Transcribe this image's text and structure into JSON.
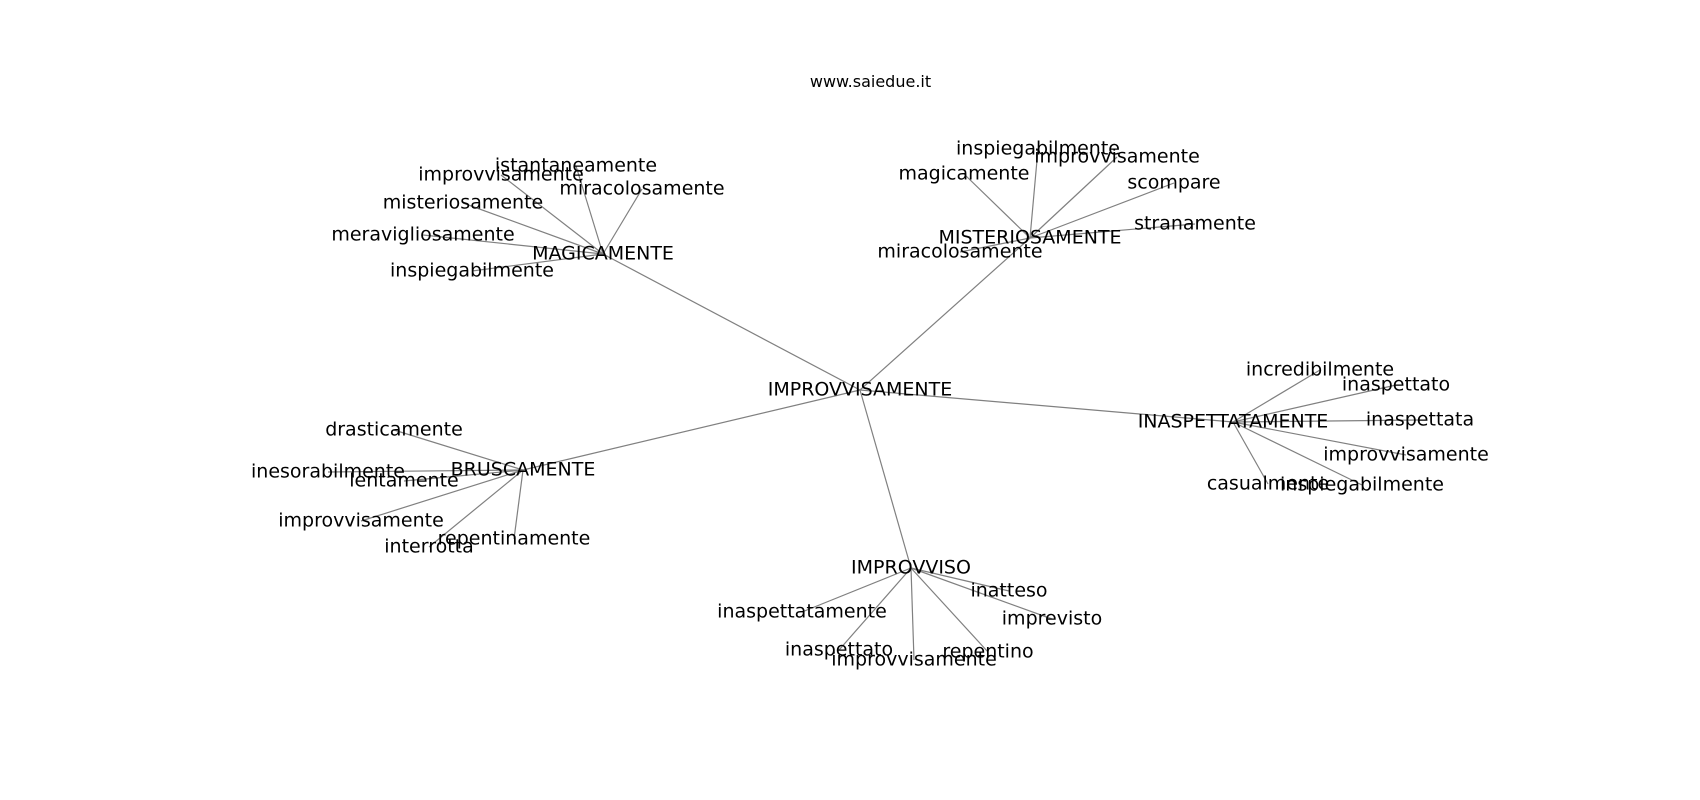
{
  "diagram": {
    "source": "www.saiedue.it",
    "colors": {
      "edge": "#808080",
      "text": "#000000",
      "background": "#ffffff"
    },
    "nodes": [
      {
        "id": "n_root",
        "label": "IMPROVVISAMENTE"
      },
      {
        "id": "n_magicamente",
        "label": "MAGICAMENTE"
      },
      {
        "id": "n_misteriosamente",
        "label": "MISTERIOSAMENTE"
      },
      {
        "id": "n_inaspettatamente",
        "label": "INASPETTATAMENTE"
      },
      {
        "id": "n_bruscamente",
        "label": "BRUSCAMENTE"
      },
      {
        "id": "n_improvviso",
        "label": "IMPROVVISO"
      },
      {
        "id": "n_m1",
        "label": "istantaneamente"
      },
      {
        "id": "n_m2",
        "label": "improvvisamente"
      },
      {
        "id": "n_m3",
        "label": "miracolosamente"
      },
      {
        "id": "n_m4",
        "label": "misteriosamente"
      },
      {
        "id": "n_m5",
        "label": "meravigliosamente"
      },
      {
        "id": "n_m6",
        "label": "inspiegabilmente"
      },
      {
        "id": "n_s1",
        "label": "inspiegabilmente"
      },
      {
        "id": "n_s2",
        "label": "improvvisamente"
      },
      {
        "id": "n_s3",
        "label": "magicamente"
      },
      {
        "id": "n_s4",
        "label": "scompare"
      },
      {
        "id": "n_s5",
        "label": "stranamente"
      },
      {
        "id": "n_s6",
        "label": "miracolosamente"
      },
      {
        "id": "n_i1",
        "label": "incredibilmente"
      },
      {
        "id": "n_i2",
        "label": "inaspettato"
      },
      {
        "id": "n_i3",
        "label": "inaspettata"
      },
      {
        "id": "n_i4",
        "label": "improvvisamente"
      },
      {
        "id": "n_i5",
        "label": "casualmente"
      },
      {
        "id": "n_i6",
        "label": "inspiegabilmente"
      },
      {
        "id": "n_b1",
        "label": "drasticamente"
      },
      {
        "id": "n_b2",
        "label": "inesorabilmente"
      },
      {
        "id": "n_b3",
        "label": "lentamente"
      },
      {
        "id": "n_b4",
        "label": "improvvisamente"
      },
      {
        "id": "n_b5",
        "label": "repentinamente"
      },
      {
        "id": "n_b6",
        "label": "interrotta"
      },
      {
        "id": "n_v1",
        "label": "inatteso"
      },
      {
        "id": "n_v2",
        "label": "inaspettatamente"
      },
      {
        "id": "n_v3",
        "label": "imprevisto"
      },
      {
        "id": "n_v4",
        "label": "inaspettato"
      },
      {
        "id": "n_v5",
        "label": "repentino"
      },
      {
        "id": "n_v6",
        "label": "improvvisamente"
      }
    ],
    "edges": [
      [
        "n_root",
        "n_magicamente"
      ],
      [
        "n_root",
        "n_misteriosamente"
      ],
      [
        "n_root",
        "n_inaspettatamente"
      ],
      [
        "n_root",
        "n_bruscamente"
      ],
      [
        "n_root",
        "n_improvviso"
      ],
      [
        "n_magicamente",
        "n_m1"
      ],
      [
        "n_magicamente",
        "n_m2"
      ],
      [
        "n_magicamente",
        "n_m3"
      ],
      [
        "n_magicamente",
        "n_m4"
      ],
      [
        "n_magicamente",
        "n_m5"
      ],
      [
        "n_magicamente",
        "n_m6"
      ],
      [
        "n_misteriosamente",
        "n_s1"
      ],
      [
        "n_misteriosamente",
        "n_s2"
      ],
      [
        "n_misteriosamente",
        "n_s3"
      ],
      [
        "n_misteriosamente",
        "n_s4"
      ],
      [
        "n_misteriosamente",
        "n_s5"
      ],
      [
        "n_misteriosamente",
        "n_s6"
      ],
      [
        "n_inaspettatamente",
        "n_i1"
      ],
      [
        "n_inaspettatamente",
        "n_i2"
      ],
      [
        "n_inaspettatamente",
        "n_i3"
      ],
      [
        "n_inaspettatamente",
        "n_i4"
      ],
      [
        "n_inaspettatamente",
        "n_i5"
      ],
      [
        "n_inaspettatamente",
        "n_i6"
      ],
      [
        "n_bruscamente",
        "n_b1"
      ],
      [
        "n_bruscamente",
        "n_b2"
      ],
      [
        "n_bruscamente",
        "n_b3"
      ],
      [
        "n_bruscamente",
        "n_b4"
      ],
      [
        "n_bruscamente",
        "n_b5"
      ],
      [
        "n_bruscamente",
        "n_b6"
      ],
      [
        "n_improvviso",
        "n_v1"
      ],
      [
        "n_improvviso",
        "n_v2"
      ],
      [
        "n_improvviso",
        "n_v3"
      ],
      [
        "n_improvviso",
        "n_v4"
      ],
      [
        "n_improvviso",
        "n_v5"
      ],
      [
        "n_improvviso",
        "n_v6"
      ]
    ]
  }
}
